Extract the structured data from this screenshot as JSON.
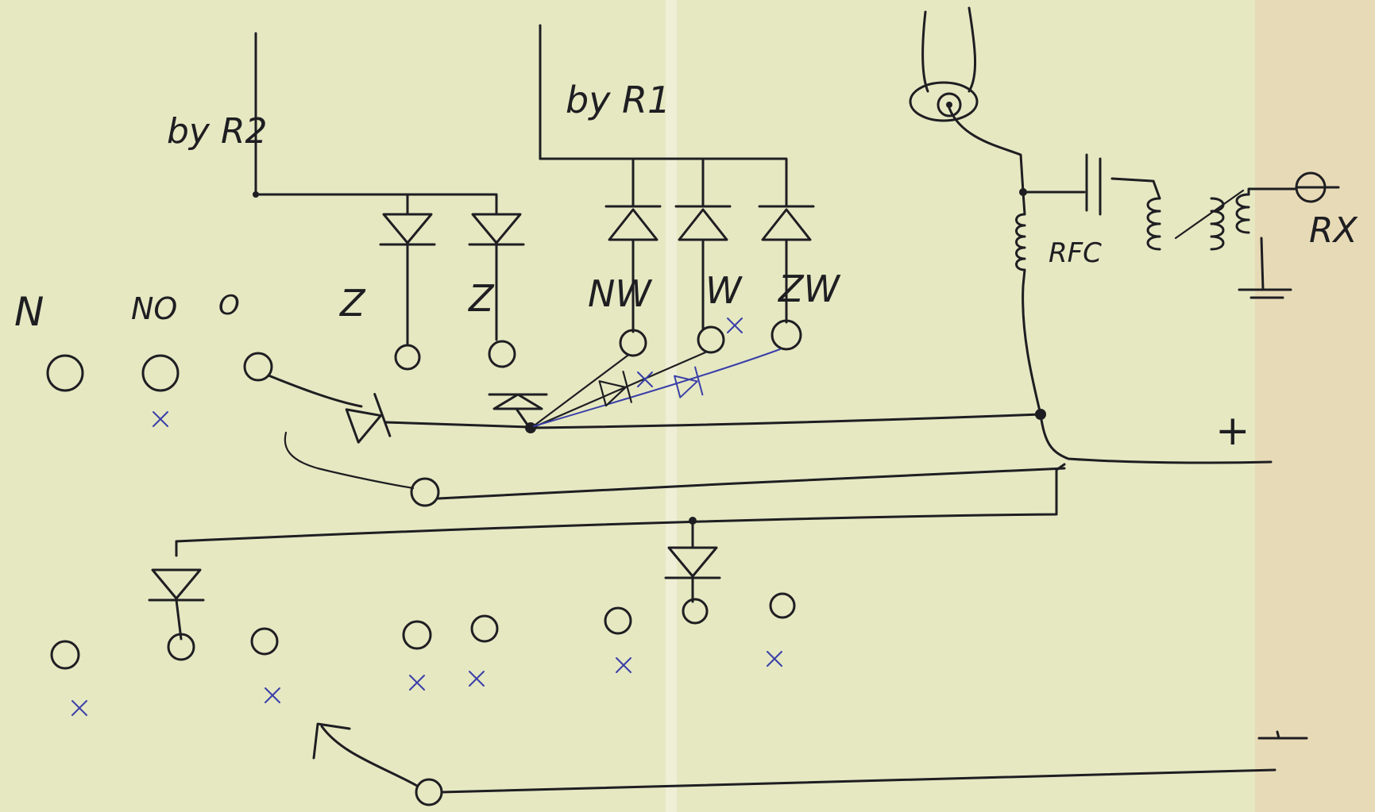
{
  "labels": {
    "relay_r2": "by R2",
    "relay_r1": "by R1",
    "rfc": "RFC",
    "rx": "RX",
    "plus": "+",
    "minus": "-"
  },
  "top_terminals": [
    "N",
    "NO",
    "O"
  ],
  "direction_labels": [
    "Z",
    "Z",
    "NW",
    "W",
    "ZW"
  ],
  "marks": {
    "cross": "x"
  },
  "colors": {
    "paper": "#e6e8c2",
    "ink": "#1e1e22",
    "blue_pen": "#3a3fa8"
  }
}
